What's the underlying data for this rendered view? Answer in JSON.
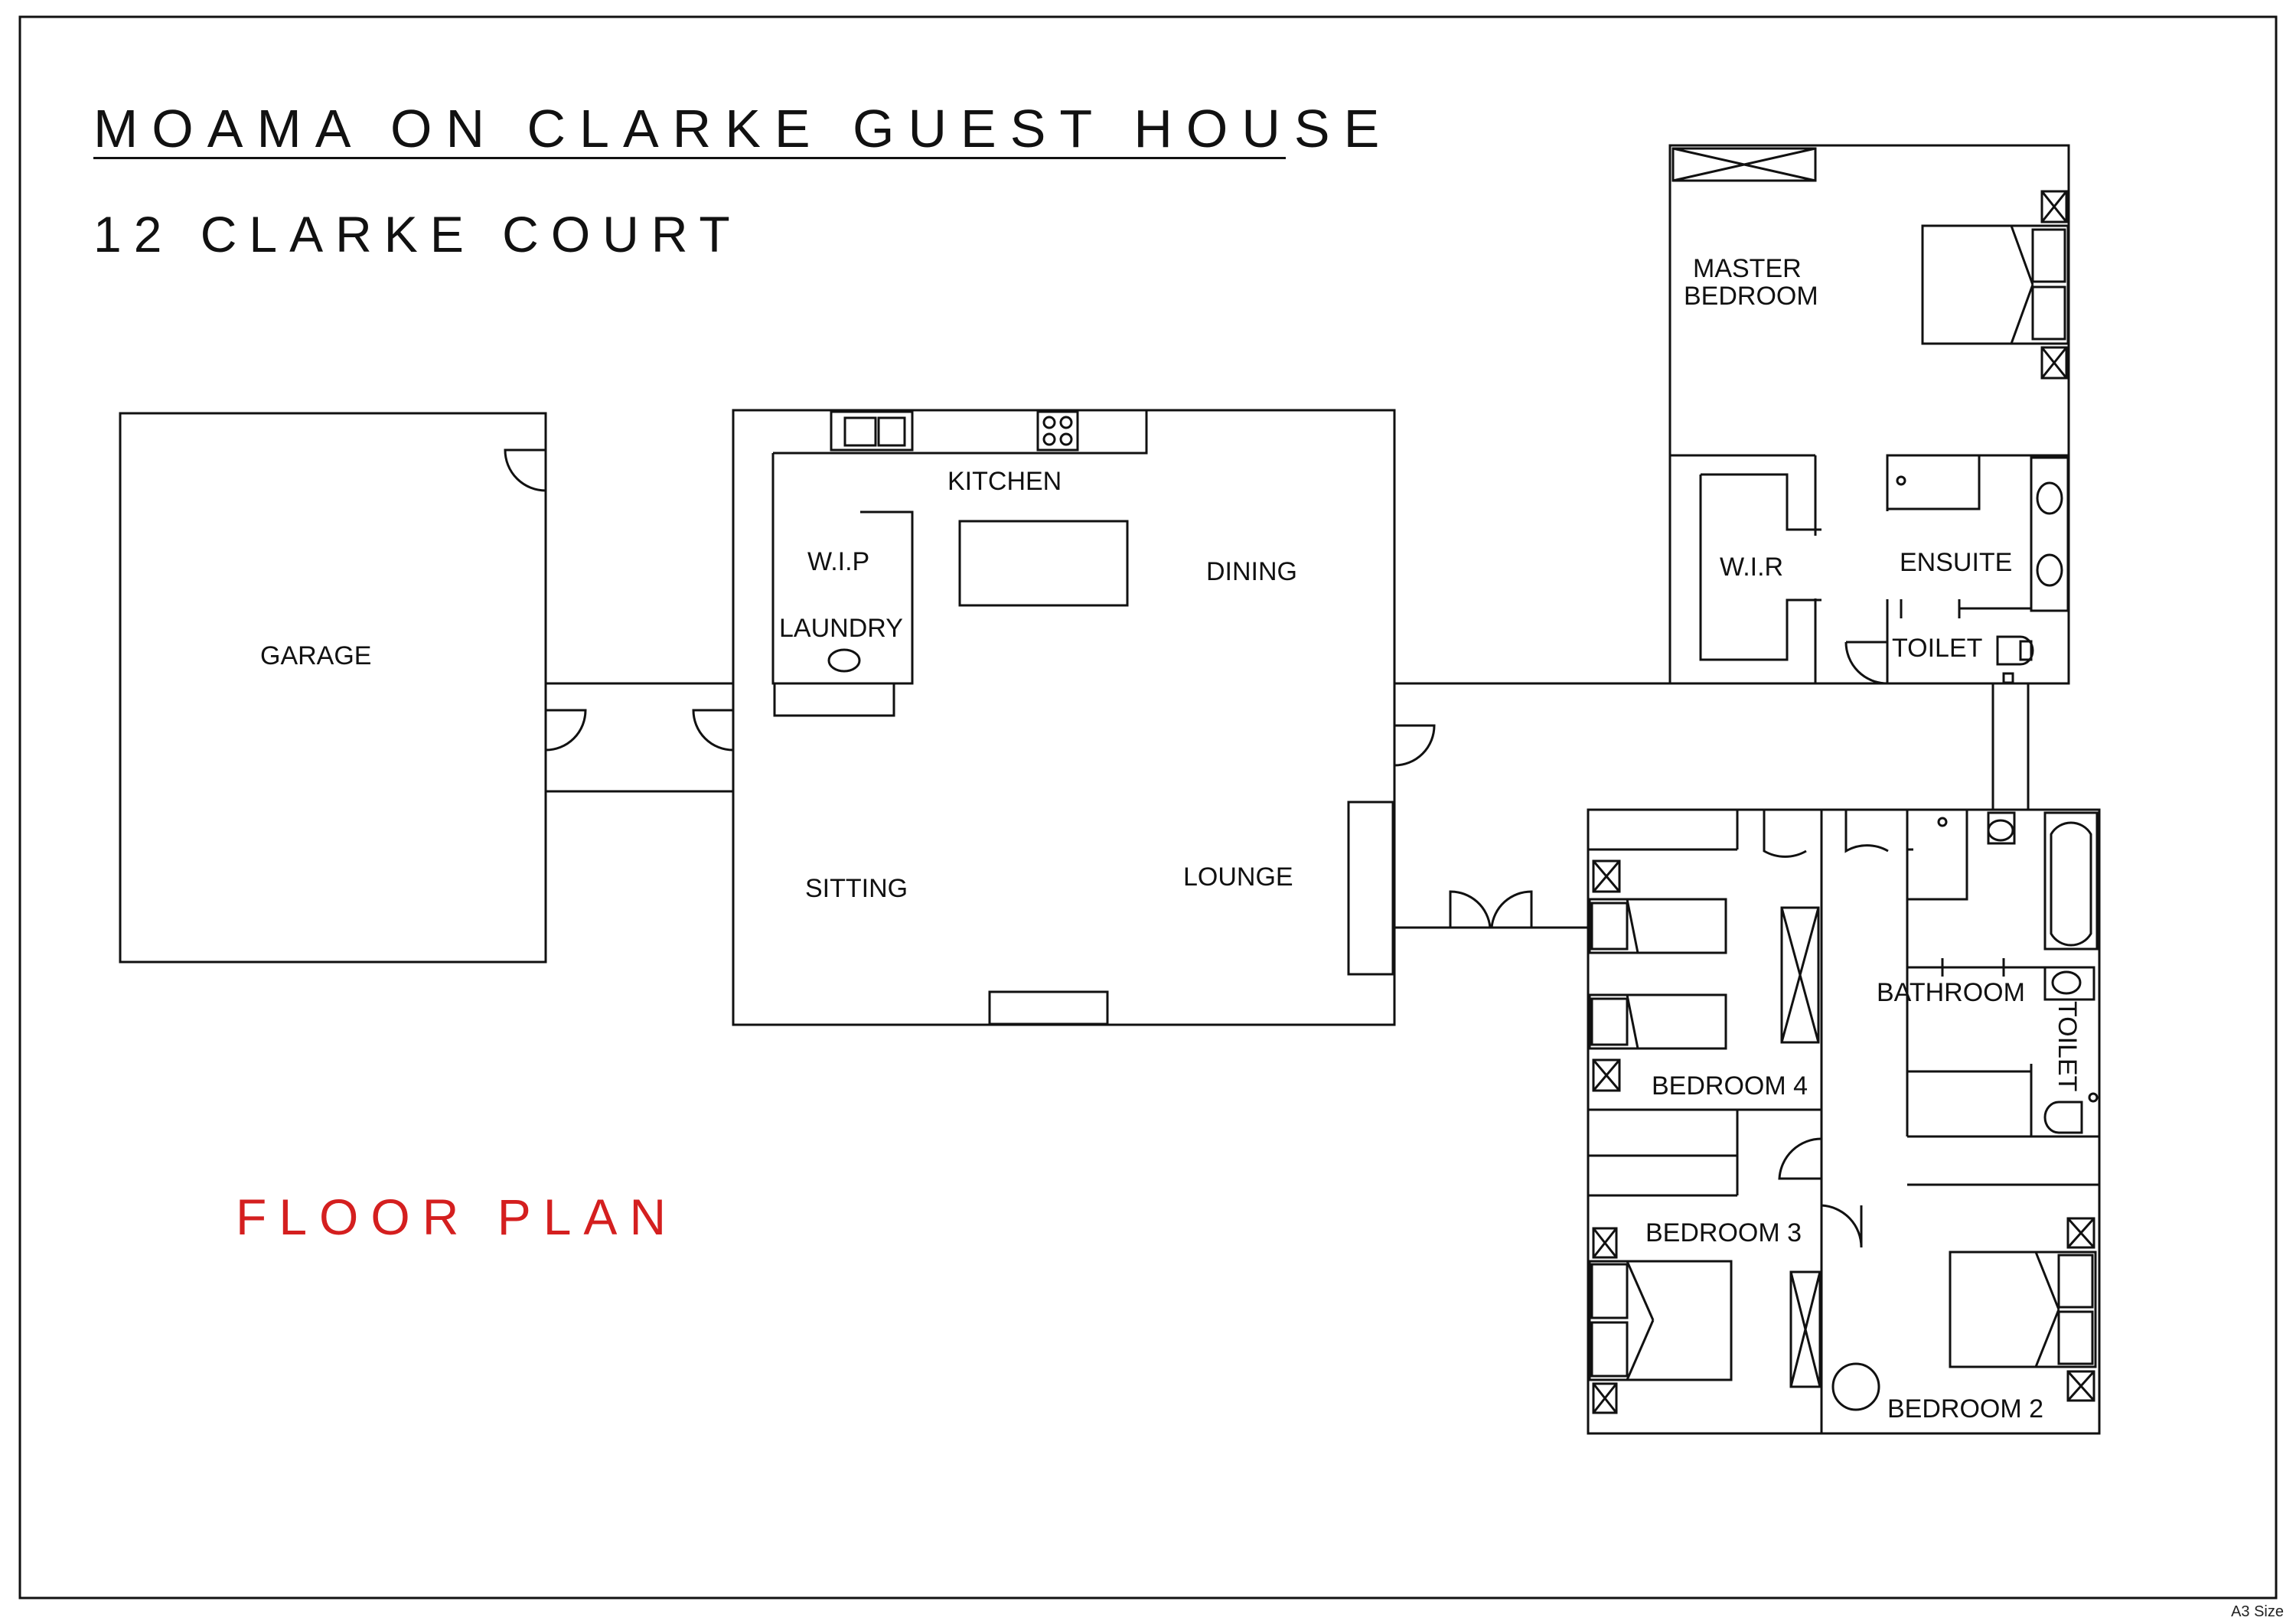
{
  "header": {
    "title": "MOAMA ON CLARKE  GUEST HOUSE",
    "address": "12 CLARKE COURT"
  },
  "footer": {
    "caption": "FLOOR PLAN",
    "paper_size": "A3 Size"
  },
  "rooms": {
    "garage": "GARAGE",
    "kitchen": "KITCHEN",
    "wip": "W.I.P",
    "laundry": "LAUNDRY",
    "dining": "DINING",
    "sitting": "SITTING",
    "lounge": "LOUNGE",
    "master_line1": "MASTER",
    "master_line2": "BEDROOM",
    "wir": "W.I.R",
    "ensuite": "ENSUITE",
    "toilet_master": "TOILET",
    "bathroom": "BATHROOM",
    "toilet_bath": "TOILET",
    "bedroom4": "BEDROOM 4",
    "bedroom3": "BEDROOM 3",
    "bedroom2": "BEDROOM 2"
  },
  "colors": {
    "lines": "#111111",
    "caption": "#d41f1f"
  }
}
